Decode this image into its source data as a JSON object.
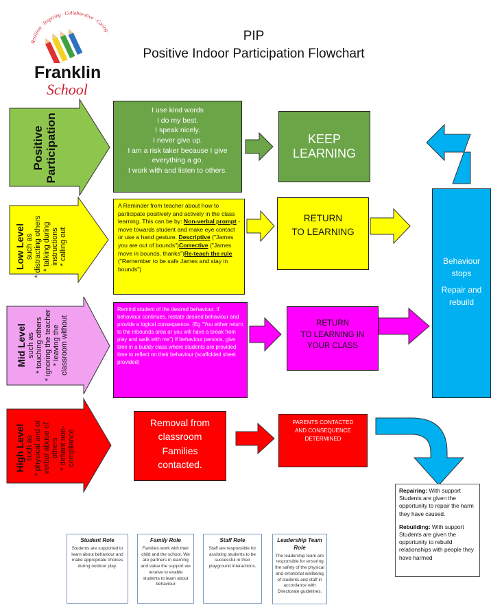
{
  "school": {
    "arc_text": "Resilient · Inspiring · Collaborative · Caring · Responsible",
    "name_line1": "Franklin",
    "name_line2": "School"
  },
  "header": {
    "line1": "PIP",
    "line2": "Positive Indoor Participation Flowchart"
  },
  "colors": {
    "green_light": "#8ec64d",
    "green_dark": "#6ba548",
    "yellow": "#ffff00",
    "pink_light": "#f2a0f0",
    "magenta": "#ff00ff",
    "red": "#ff0000",
    "blue": "#00b0f0",
    "footer_border": "#7a9ac0"
  },
  "rows": {
    "positive": {
      "label": "Positive Participation",
      "lines": [
        "I use kind words",
        "I do my best.",
        "I speak nicely.",
        "I never give up.",
        "I am a risk taker because I give",
        "everything a go.",
        "I work with and listen to others."
      ],
      "outcome": "KEEP LEARNING"
    },
    "low": {
      "title": "Low Level",
      "sub": "such as",
      "items": [
        "* distracting others",
        "* talking during",
        "instructions",
        "* calling out"
      ],
      "intro": "A Reminder from teacher about how to participate positively and actively in the class learning. This can be by:",
      "nonverbal_label": "Non-verbal prompt",
      "nonverbal_text": " - move towards student and make eye contact or use a hand gesture. ",
      "descriptive_label": "Descriptive",
      "descriptive_text": " (\"James you are out of bounds\")",
      "corrective_label": "Corrective",
      "corrective_text": " (\"James move in bounds, thanks\")",
      "reteach_label": "Re-teach the rule",
      "reteach_text": " (\"Remember to be safe James and stay in bounds\")",
      "outcome_line1": "RETURN",
      "outcome_line2": "TO LEARNING"
    },
    "mid": {
      "title": "Mid Level",
      "sub": "such as",
      "items": [
        "* touching others",
        "* ignoring the teacher",
        "* leaving the",
        "classroom without"
      ],
      "text": "Remind student of the desired behaviour. If behaviour continues, restate desired behaviour and provide a logical consequence. (Eg \"You either return to the inbounds area or you will have a break from play and walk with me\") If behaviour persists, give time in a buddy class where students are provided time to reflect on their behaviour (scaffolded sheet provided)",
      "outcome_line1": "RETURN",
      "outcome_line2": "TO LEARNING IN",
      "outcome_line3": "YOUR CLASS"
    },
    "high": {
      "title": "High Level",
      "sub": "such as",
      "items": [
        "* physical and or",
        "verbal abuse of",
        "others",
        "* defiant non-",
        "compliance"
      ],
      "text_line1": "Removal from",
      "text_line2": "classroom",
      "text_line3": "Families",
      "text_line4": "contacted.",
      "outcome_line1": "PARENTS CONTACTED",
      "outcome_line2": "AND CONSEQUENCE",
      "outcome_line3": "DETERMINED"
    }
  },
  "behaviour": {
    "line1": "Behaviour",
    "line2": "stops",
    "line3": "Repair and",
    "line4": "rebuild"
  },
  "repair": {
    "repairing_label": "Repairing:",
    "repairing_text": " With support Students are given the opportunity to repair the harm they have caused.",
    "rebuilding_label": "Rebuilding:",
    "rebuilding_text": " With support Students are given the opportunity to rebuild relationships with people they have harmed"
  },
  "roles": [
    {
      "title": "Student Role",
      "text": "Students are supported to learn about behaviour and make appropriate choices during outdoor play."
    },
    {
      "title": "Family Role",
      "text": "Families work with their child and the school. We are partners in learning and value the support we receive to enable students to learn about behaviour"
    },
    {
      "title": "Staff Role",
      "text": "Staff are responsible for assisting students to be successful in their playground interactions."
    },
    {
      "title": "Leadership Team Role",
      "text": "The leadership team are responsible for ensuring the safety of the physical and emotional wellbeing of students and staff in accordance with Directorate guidelines."
    }
  ]
}
